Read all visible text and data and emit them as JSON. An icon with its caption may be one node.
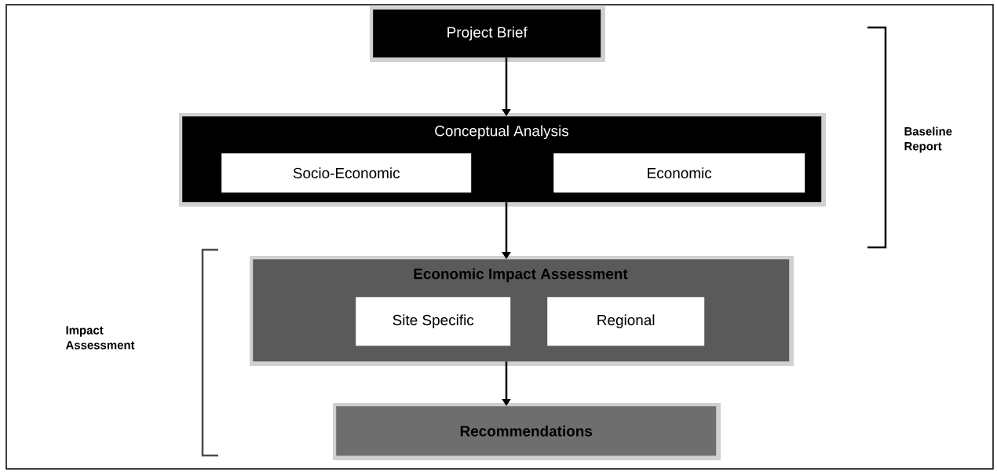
{
  "diagram": {
    "nodes": [
      {
        "text": [
          "Project Brief"
        ]
      },
      {
        "text": [
          "Conceptual Analysis"
        ]
      },
      {
        "text": [
          "Socio-Economic"
        ],
        "in": 1
      },
      {
        "text": [
          "Economic"
        ],
        "in": 1
      },
      {
        "text": [
          "Economic Impact Assessment"
        ]
      },
      {
        "text": [
          "Site Specific"
        ],
        "in": 4
      },
      {
        "text": [
          "Regional"
        ],
        "in": 4
      },
      {
        "text": [
          "Recommendations"
        ]
      }
    ],
    "edges": [
      {
        "from": 0,
        "to": 1,
        "arrow": "to"
      },
      {
        "from": 1,
        "to": 4,
        "arrow": "to"
      },
      {
        "from": 4,
        "to": 7,
        "arrow": "to"
      }
    ],
    "labels": [
      "Baseline Report",
      "Impact Assessment"
    ]
  }
}
